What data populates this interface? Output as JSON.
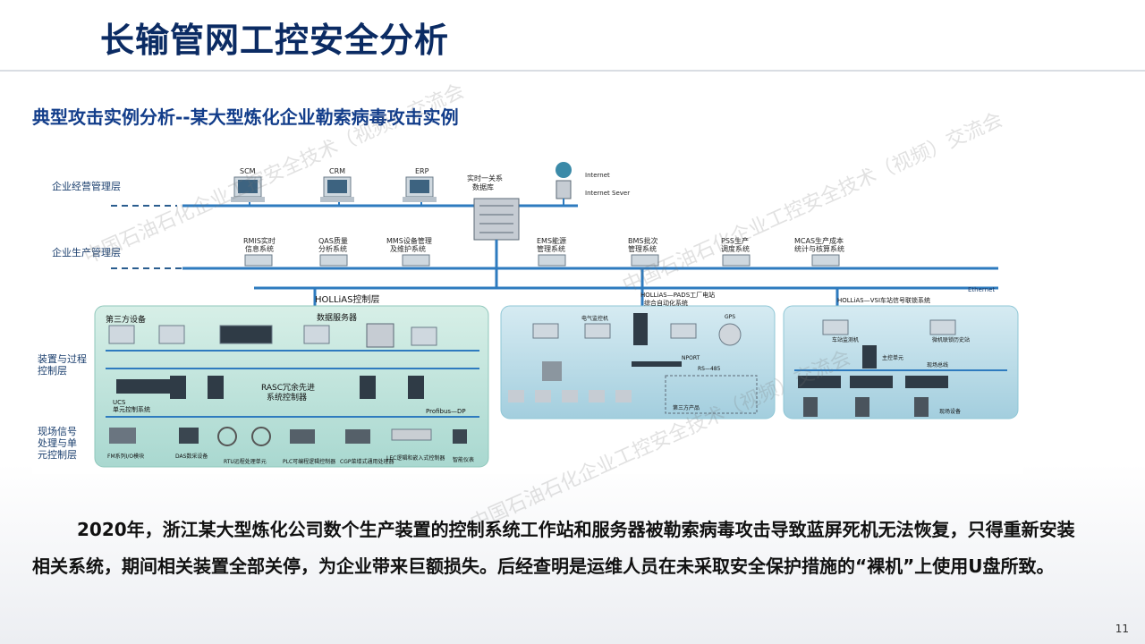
{
  "page": {
    "title": "长输管网工控安全分析",
    "subtitle": "典型攻击实例分析--某大型炼化企业勒索病毒攻击实例",
    "page_number": "11"
  },
  "diagram": {
    "layers": [
      "企业经营管理层",
      "企业生产管理层",
      "装置与过程控制层",
      "现场信号处理与单元控制层"
    ],
    "business_systems": [
      "SCM",
      "CRM",
      "ERP"
    ],
    "realtime_db": "实时一关系数据库",
    "internet_labels": [
      "Internet",
      "Internet Sever"
    ],
    "production_systems": [
      "RMIS实时信息系统",
      "QAS质量分析系统",
      "MMS设备管理及维护系统",
      "EMS能源管理系统",
      "BMS批次管理系统",
      "PSS生产调度系统",
      "MCAS生产成本统计与核算系统"
    ],
    "ethernet_label": "Ethernet",
    "control_zones": [
      "HOLLiAS控制层",
      "HOLLiAS—PADS工厂电站综合自动化系统",
      "HOLLiAS—VSI车站信号联锁系统"
    ],
    "left_panel": {
      "third_party": "第三方设备",
      "data_server": "数据服务器",
      "rasc": "RASC冗余先进系统控制器",
      "ucs": "UCS单元控制系统",
      "bottom_devices": [
        "FM系列I/O模块",
        "DAS数采设备",
        "RTU远程处理单元",
        "PLC可编程逻辑控制器",
        "CGP菜缕式通用处理器",
        "LEC逻辑和嵌入式控制器",
        "智能仪表"
      ],
      "profibus": "Profibus—DP"
    },
    "middle_panel": {
      "ops": "电气监控机",
      "gps": "GPS",
      "nport": "NPORT",
      "rs485": "RS—485",
      "third_party_product": "第三方产品"
    },
    "right_panel": {
      "station_monitor": "车站监测机",
      "interlock_history": "微机联锁历史站",
      "main_unit": "主控单元",
      "field_bus": "现场总线",
      "field_devices": "现场设备"
    }
  },
  "body": {
    "paragraph": "2020年，浙江某大型炼化公司数个生产装置的控制系统工作站和服务器被勒索病毒攻击导致蓝屏死机无法恢复，只得重新安装相关系统，期间相关装置全部关停，为企业带来巨额损失。后经查明是运维人员在未采取安全保护措施的“裸机”上使用U盘所致。"
  },
  "watermarks": [
    "中国石油石化企业工控安全技术（视频）交流会",
    "中国石油石化企业工控安全技术（视频）交流会",
    "中国石油石化企业工控安全技术（视频）交流会"
  ]
}
